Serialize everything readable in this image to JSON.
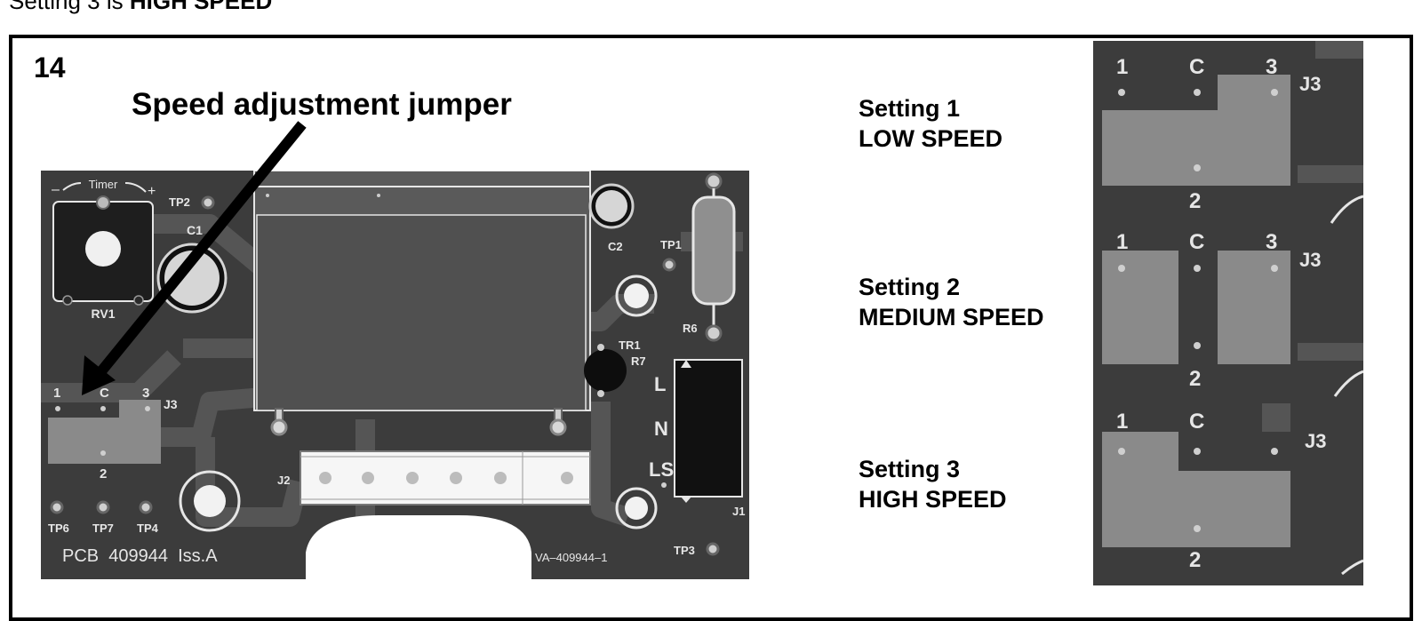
{
  "caption": {
    "prefix": "Setting 3 is ",
    "bold": "HIGH SPEED"
  },
  "figure": {
    "number": "14",
    "title": "Speed adjustment jumper",
    "pcb_labels": {
      "timer": "Timer",
      "minus": "–",
      "plus": "+",
      "tp2": "TP2",
      "c1": "C1",
      "rv1": "RV1",
      "c2": "C2",
      "tp1": "TP1",
      "r6": "R6",
      "tr1": "TR1",
      "r7": "R7",
      "l": "L",
      "n": "N",
      "ls": "LS",
      "j1": "J1",
      "j2": "J2",
      "pin1": "1",
      "pinc": "C",
      "pin3": "3",
      "pin2": "2",
      "j3": "J3",
      "tp6": "TP6",
      "tp7": "TP7",
      "tp4": "TP4",
      "tp3": "TP3",
      "pcb_id": "PCB  409944  Iss.A",
      "va_id": "VA–409944–1"
    },
    "settings": [
      {
        "line1": "Setting 1",
        "line2": "LOW SPEED"
      },
      {
        "line1": "Setting 2",
        "line2": "MEDIUM SPEED"
      },
      {
        "line1": "Setting 3",
        "line2": "HIGH SPEED"
      }
    ],
    "closeup_labels": {
      "pin1": "1",
      "pinc": "C",
      "pin3": "3",
      "pin2": "2",
      "j3": "J3"
    }
  },
  "colors": {
    "board": "#3c3c3c",
    "trace": "#555555",
    "jumper": "#8a8a8a",
    "relay": "#5a5a5a",
    "silk": "#e6e6e6"
  }
}
